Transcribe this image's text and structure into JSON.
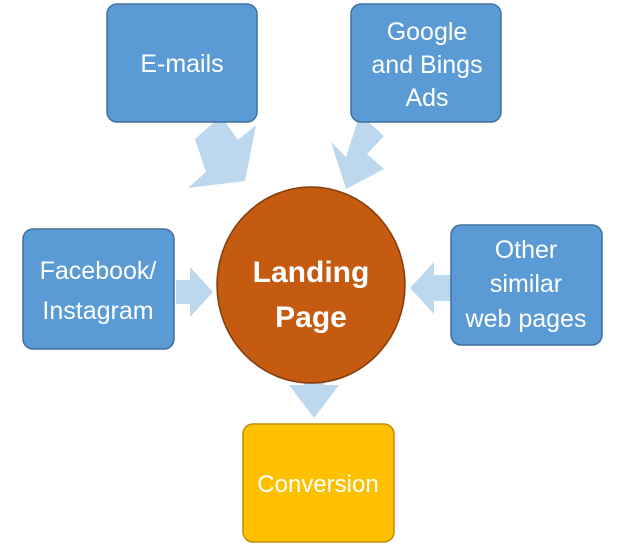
{
  "colors": {
    "source_fill": "#5b9bd5",
    "source_stroke": "#41719c",
    "center_fill": "#c55a11",
    "center_stroke": "#843c0c",
    "target_fill": "#ffc000",
    "target_stroke": "#bf9000",
    "arrow_fill": "#bdd7ee",
    "text": "#ffffff"
  },
  "diagram": {
    "sources": {
      "emails": {
        "line1": "E-mails"
      },
      "ads": {
        "line1": "Google",
        "line2": "and Bings",
        "line3": "Ads"
      },
      "social": {
        "line1": "Facebook/",
        "line2": "Instagram"
      },
      "web": {
        "line1": "Other",
        "line2": "similar",
        "line3": "web pages"
      }
    },
    "center": {
      "line1": "Landing",
      "line2": "Page"
    },
    "target": {
      "line1": "Conversion"
    }
  }
}
